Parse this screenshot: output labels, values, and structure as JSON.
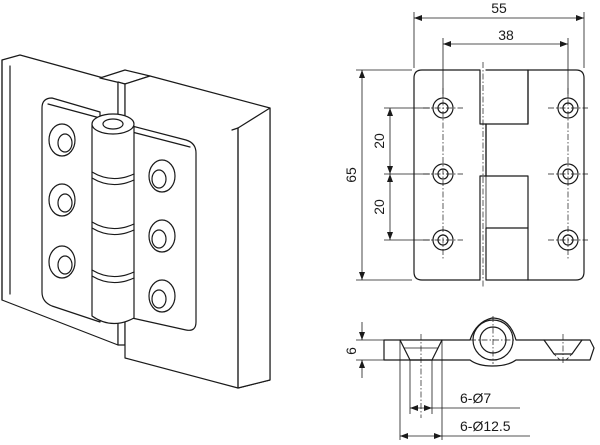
{
  "dimensions": {
    "overall_width": "55",
    "hole_spacing_horizontal": "38",
    "overall_height": "65",
    "hole_spacing_upper": "20",
    "hole_spacing_lower": "20",
    "thickness": "6",
    "hole_diameter": "6-Ø7",
    "countersink_diameter": "6-Ø12.5"
  }
}
